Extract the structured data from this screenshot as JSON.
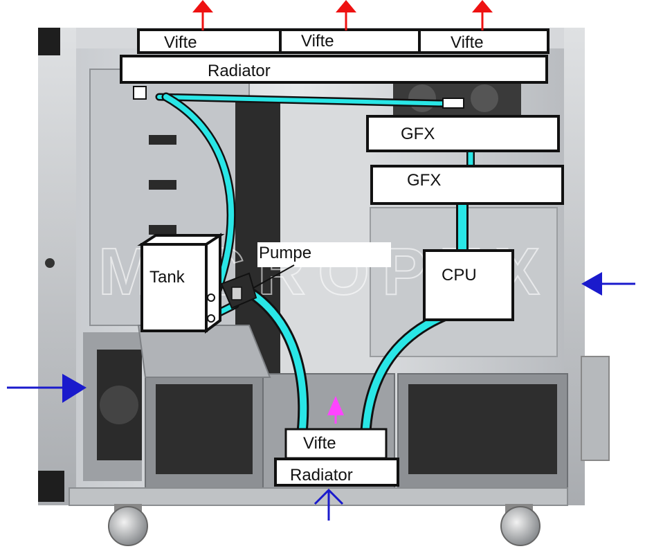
{
  "labels": {
    "fan_1": "Vifte",
    "fan_2": "Vifte",
    "fan_3": "Vifte",
    "radiator_top": "Radiator",
    "gfx_1": "GFX",
    "gfx_2": "GFX",
    "pump": "Pumpe",
    "tank": "Tank",
    "cpu": "CPU",
    "fan_bottom": "Vifte",
    "radiator_bottom": "Radiator"
  },
  "watermark": "MICROPEX",
  "colors": {
    "coolant_tube": "#29e6e6",
    "exhaust_arrow": "#ee1111",
    "intake_arrow": "#1a1acc",
    "bottom_fan_arrow": "#ff44ff",
    "case_frame": "#2a2a2a",
    "case_panel": "#cfd2d6"
  }
}
